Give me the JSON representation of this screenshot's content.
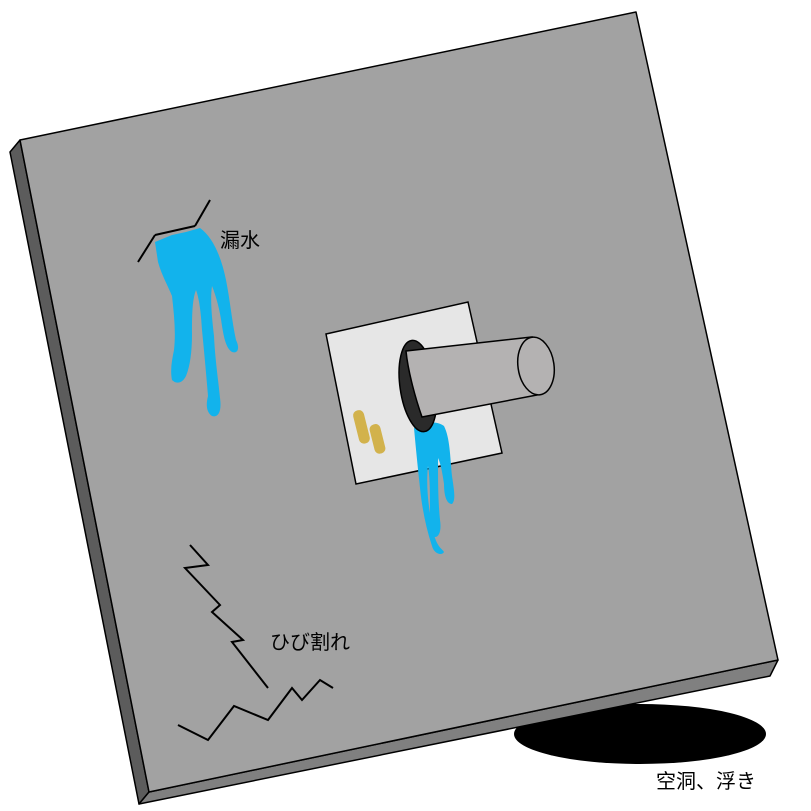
{
  "labels": {
    "leak": "漏水",
    "crack": "ひび割れ",
    "void": "空洞、浮き"
  },
  "colors": {
    "slab_face": "#a2a2a2",
    "slab_left": "#5c5c5c",
    "slab_bottom": "#808080",
    "water": "#12b3ec",
    "plate": "#e6e6e6",
    "pipe": "#b4b2b2",
    "stain": "#d2b24c",
    "void": "#000000"
  }
}
